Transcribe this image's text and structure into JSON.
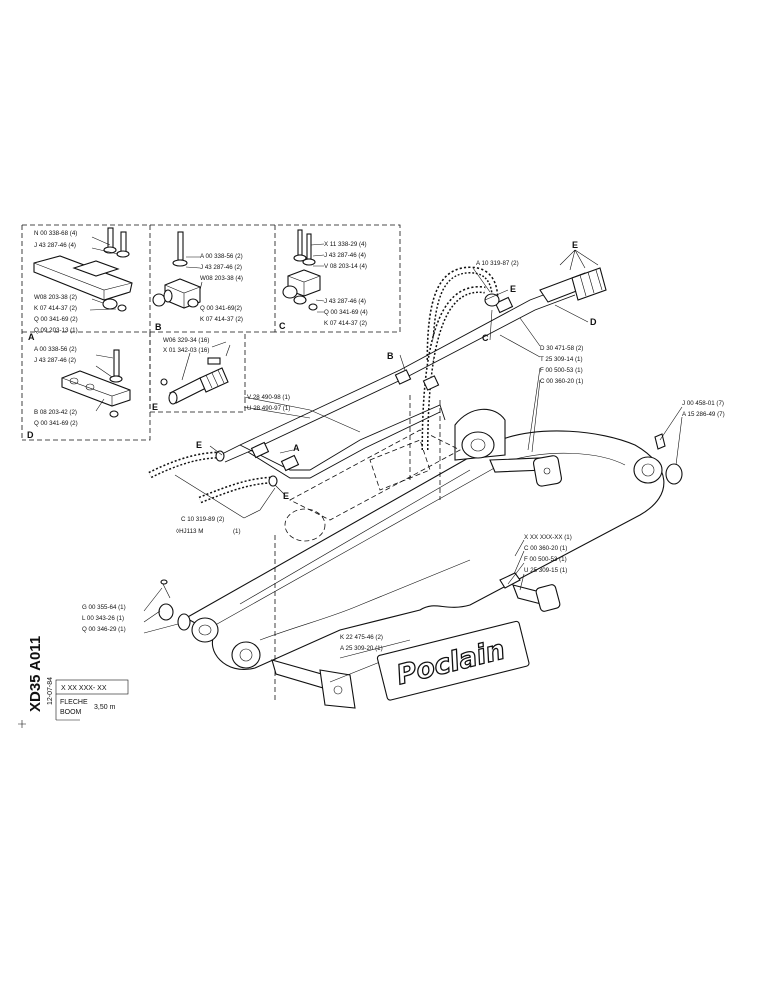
{
  "drawing": {
    "code": "XD35 A011",
    "date": "12-07-84",
    "ref": "X XX  XXX- XX",
    "title_fr": "FLECHE",
    "title_en": "BOOM",
    "size": "3,50 m",
    "brand": "Poclain"
  },
  "sections": {
    "A": {
      "letter": "A",
      "labels": [
        "N 00 338-68 (4)",
        "J 43 287-46 (4)",
        "W08 203-38 (2)",
        "K 07 414-37 (2)",
        "Q 00 341-69 (2)",
        "Q 09 203-13 (1)"
      ]
    },
    "B": {
      "letter": "B",
      "labels": [
        "A 00 338-56 (2)",
        "J 43 287-46 (2)",
        "W08 203-38 (4)",
        "Q 00 341-69(2)",
        "K 07 414-37 (2)"
      ]
    },
    "C": {
      "letter": "C",
      "labels": [
        "X 11 338-29 (4)",
        "J 43 287-46 (4)",
        "V 08 203-14 (4)",
        "J 43 287-46 (4)",
        "Q 00 341-69 (4)",
        "K 07 414-37 (2)"
      ]
    },
    "D": {
      "letter": "D",
      "labels": [
        "A 00 338-56 (2)",
        "J 43 287-46 (2)",
        "B 08 203-42 (2)",
        "Q 00 341-69 (2)"
      ]
    },
    "E": {
      "letter": "E",
      "labels": [
        "W06 329-34 (16)",
        "X 01 342-03 (16)"
      ]
    }
  },
  "callouts": {
    "hose_top": "A 10 319-87 (2)",
    "hose_bottom": "C 10 319-89 (2)",
    "tube_1": "V 28 490-98 (1)",
    "tube_2": "U 28 490-97 (1)",
    "kit": "HJ113  M",
    "kit_qty": "(1)",
    "pin_top_1": "D 30 471-58 (2)",
    "pin_top_2": "T 25 309-14 (1)",
    "pin_top_3": "F 00 500-53 (1)",
    "pin_top_4": "C 00 360-20 (1)",
    "right_1": "J 00 458-01 (7)",
    "right_2": "A 15 286-49 (7)",
    "mid_1": "X XX XXX-XX (1)",
    "mid_2": "C 00 360-20 (1)",
    "mid_3": "F 00 500-53 (1)",
    "mid_4": "U 25 309-15 (1)",
    "left_1": "G 00 355-64 (1)",
    "left_2": "L 00 343-26 (1)",
    "left_3": "Q 00 346-29 (1)",
    "bottom_1": "K 22 475-46 (2)",
    "bottom_2": "A 25 309-20 (1)",
    "ref_A": "A",
    "ref_B": "B",
    "ref_C": "C",
    "ref_D": "D",
    "ref_E": "E"
  }
}
